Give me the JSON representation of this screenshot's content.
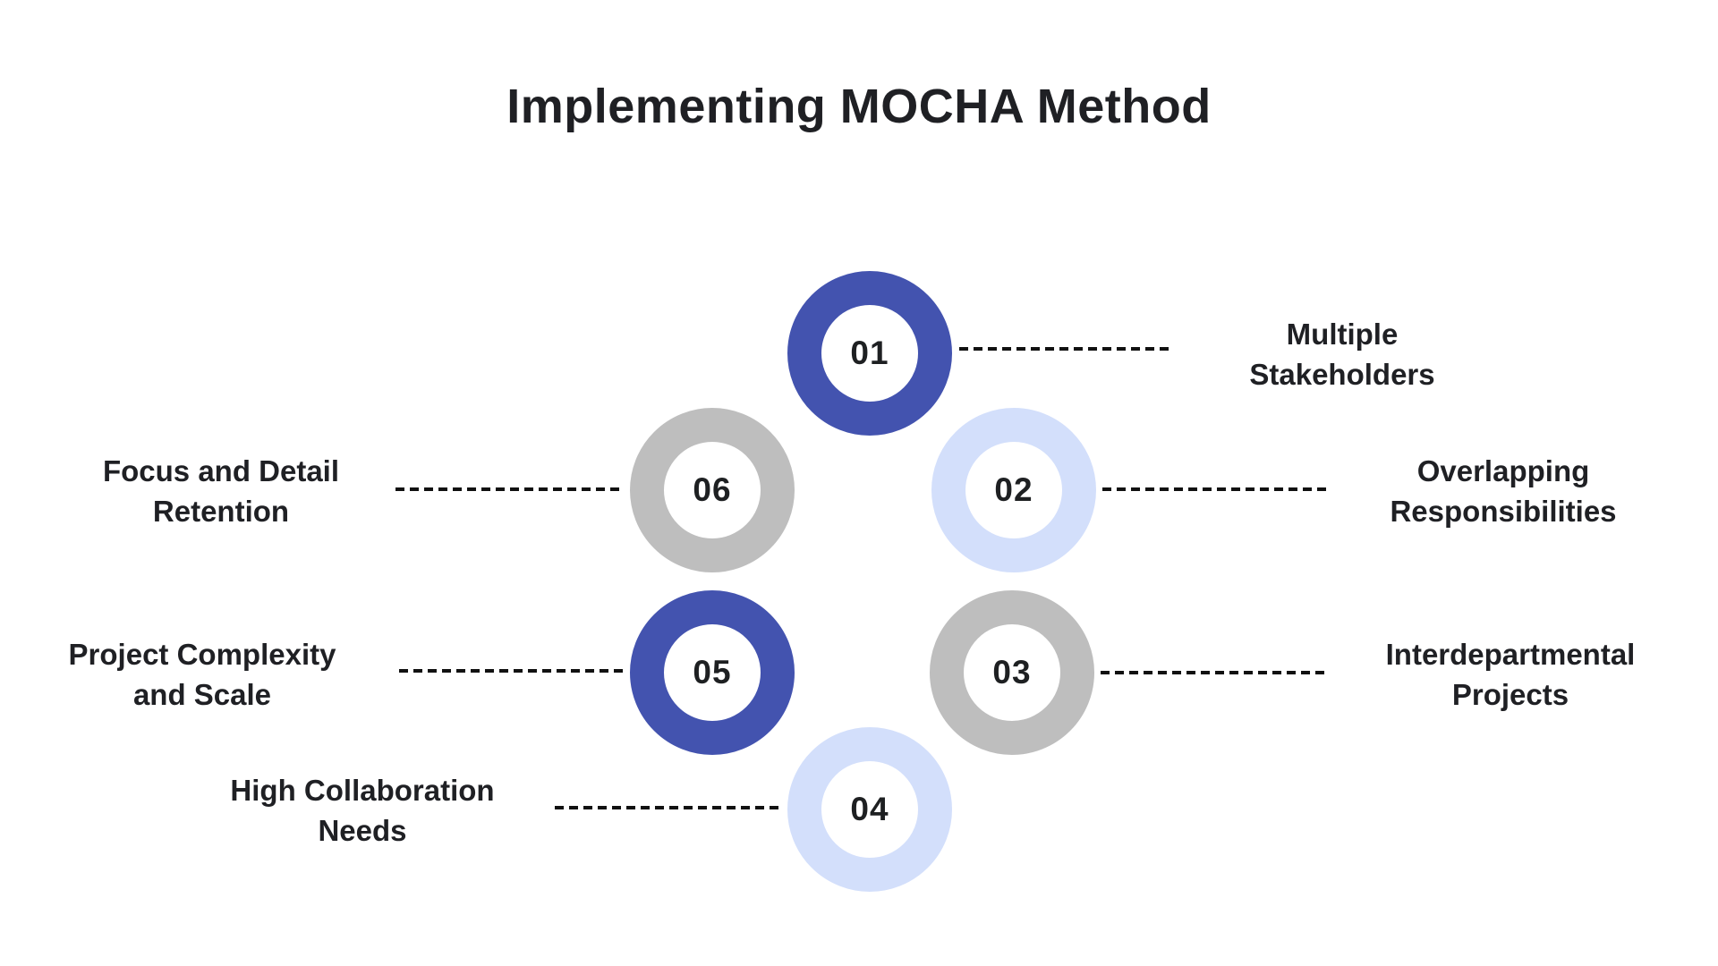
{
  "title": "Implementing MOCHA Method",
  "colors": {
    "dark_blue": "#4353AF",
    "light_blue": "#D3DFFB",
    "gray": "#BEBEBE",
    "text": "#1F2024",
    "connector": "#111111",
    "background": "#FFFFFF"
  },
  "items": [
    {
      "number": "01",
      "label": "Multiple Stakeholders",
      "color": "dark_blue",
      "side": "right"
    },
    {
      "number": "02",
      "label": "Overlapping Responsibilities",
      "color": "light_blue",
      "side": "right"
    },
    {
      "number": "03",
      "label": "Interdepartmental Projects",
      "color": "gray",
      "side": "right"
    },
    {
      "number": "04",
      "label": "High Collaboration Needs",
      "color": "light_blue",
      "side": "left"
    },
    {
      "number": "05",
      "label": "Project Complexity and Scale",
      "color": "dark_blue",
      "side": "left"
    },
    {
      "number": "06",
      "label": "Focus and Detail Retention",
      "color": "gray",
      "side": "left"
    }
  ]
}
